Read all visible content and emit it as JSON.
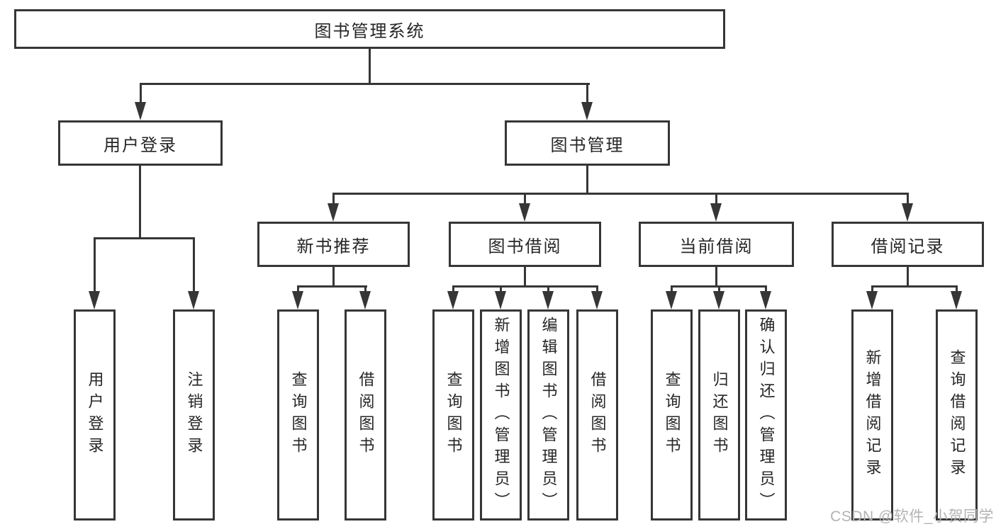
{
  "tree": {
    "root": "图书管理系统",
    "children": [
      {
        "label": "用户登录",
        "children": [
          "用户登录",
          "注销登录"
        ]
      },
      {
        "label": "图书管理",
        "children": [
          {
            "label": "新书推荐",
            "children": [
              "查询图书",
              "借阅图书"
            ]
          },
          {
            "label": "图书借阅",
            "children": [
              "查询图书",
              "新增图书（管理员）",
              "编辑图书（管理员）",
              "借阅图书"
            ]
          },
          {
            "label": "当前借阅",
            "children": [
              "查询图书",
              "归还图书",
              "确认归还（管理员）"
            ]
          },
          {
            "label": "借阅记录",
            "children": [
              "新增借阅记录",
              "查询借阅记录"
            ]
          }
        ]
      }
    ]
  },
  "watermark": "CSDN @软件_小贺同学",
  "colors": {
    "line": "#363636",
    "box_background": "#ffffff",
    "text": "#262626",
    "watermark": "#b3b3b3"
  }
}
